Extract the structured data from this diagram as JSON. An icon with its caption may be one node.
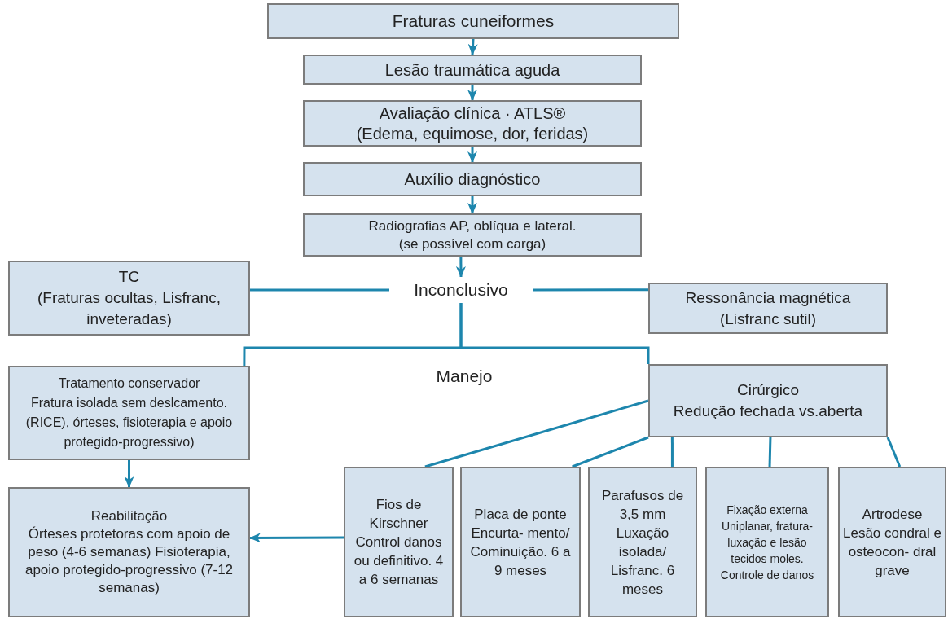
{
  "diagram": {
    "nodes": [
      {
        "text": [
          "Fraturas cuneiformes"
        ]
      },
      {
        "text": [
          "Lesão traumática aguda"
        ]
      },
      {
        "text": [
          "Avaliação clínica · ATLS®",
          "(Edema, equimose, dor, feridas)"
        ]
      },
      {
        "text": [
          "Auxílio diagnóstico"
        ]
      },
      {
        "text": [
          "Radiografias AP, oblíqua e lateral.",
          "(se possível com carga)"
        ]
      },
      {
        "text": [
          "TC",
          "(Fraturas ocultas, Lisfranc, inveteradas)"
        ]
      },
      {
        "text": [
          "Inconclusivo"
        ]
      },
      {
        "text": [
          "Ressonância magnética",
          "(Lisfranc sutil)"
        ]
      },
      {
        "text": [
          "Tratamento conservador",
          "Fratura isolada sem deslcamento. (RICE), órteses, fisioterapia e apoio protegido-progressivo)"
        ]
      },
      {
        "text": [
          "Cirúrgico",
          "Redução fechada vs.aberta"
        ]
      },
      {
        "text": [
          "Reabilitação",
          "Órteses protetoras com apoio de peso (4-6 semanas) Fisioterapia, apoio protegido-progressivo (7-12 semanas)"
        ]
      },
      {
        "text": [
          "Fios de Kirschner",
          "Control danos ou definitivo. 4 a 6 semanas"
        ]
      },
      {
        "text": [
          "Placa de ponte",
          "Encurta- mento/ Cominuição. 6 a 9 meses"
        ]
      },
      {
        "text": [
          "Parafusos de 3,5 mm",
          "Luxação isolada/ Lisfranc. 6 meses"
        ]
      },
      {
        "text": [
          "Fixação externa",
          "Uniplanar, fratura-luxação e lesão tecidos moles. Controle de danos"
        ]
      },
      {
        "text": [
          "Artrodese",
          "Lesão condral e osteocon- dral grave"
        ]
      }
    ],
    "edges": [
      {
        "from": 0,
        "to": 1,
        "arrow": "to"
      },
      {
        "from": 1,
        "to": 2,
        "arrow": "to"
      },
      {
        "from": 2,
        "to": 3,
        "arrow": "to"
      },
      {
        "from": 3,
        "to": 4,
        "arrow": "to"
      },
      {
        "from": 4,
        "to": 6,
        "arrow": "to"
      },
      {
        "from": 6,
        "to": 5,
        "arrow": "none"
      },
      {
        "from": 6,
        "to": 7,
        "arrow": "none"
      },
      {
        "from": 6,
        "to": 8,
        "arrow": "none"
      },
      {
        "from": 6,
        "to": 9,
        "arrow": "none"
      },
      {
        "from": 8,
        "to": 10,
        "arrow": "to"
      },
      {
        "from": 9,
        "to": 11,
        "arrow": "none"
      },
      {
        "from": 9,
        "to": 12,
        "arrow": "none"
      },
      {
        "from": 9,
        "to": 13,
        "arrow": "none"
      },
      {
        "from": 9,
        "to": 14,
        "arrow": "none"
      },
      {
        "from": 9,
        "to": 15,
        "arrow": "none"
      },
      {
        "from": 11,
        "to": 10,
        "arrow": "to"
      }
    ],
    "labels": [
      "Manejo"
    ]
  }
}
